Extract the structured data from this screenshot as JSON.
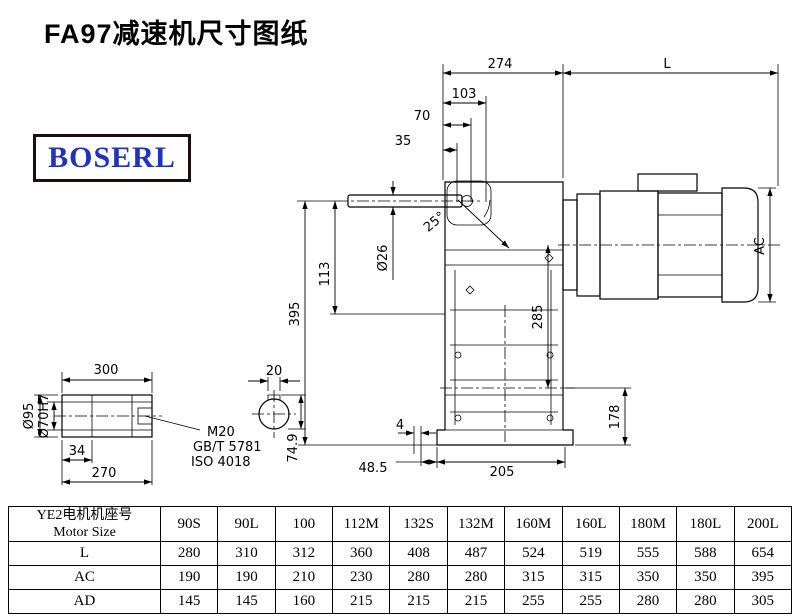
{
  "title": "FA97减速机尺寸图纸",
  "logo": {
    "text": "BOSERL"
  },
  "colors": {
    "logo_text": "#2233bb",
    "logo_border": "#1d0d0d",
    "line": "#000000",
    "background": "#ffffff"
  },
  "drawing": {
    "dims": {
      "overall_width": "274",
      "motor_length": "L",
      "d103": "103",
      "d70": "70",
      "d35": "35",
      "angle": "25°",
      "shaft_dia": "Ø26",
      "d113": "113",
      "d395": "395",
      "d285": "285",
      "motor_dia": "AC",
      "d178": "178",
      "d4": "4",
      "d48_5": "48.5",
      "d205": "205"
    },
    "shaft_detail": {
      "d300": "300",
      "d34": "34",
      "d270": "270",
      "outer_dia": "Ø95",
      "bore_dia": "Ø70H7",
      "thread": "M20",
      "thread_std1": "GB/T 5781",
      "thread_std2": "ISO 4018"
    },
    "key_detail": {
      "key_width": "20",
      "key_height": "74.9"
    }
  },
  "table": {
    "header_cn": "YE2电机机座号",
    "header_en": "Motor Size",
    "columns": [
      "90S",
      "90L",
      "100",
      "112M",
      "132S",
      "132M",
      "160M",
      "160L",
      "180M",
      "180L",
      "200L"
    ],
    "rows": [
      {
        "label": "L",
        "values": [
          "280",
          "310",
          "312",
          "360",
          "408",
          "487",
          "524",
          "519",
          "555",
          "588",
          "654"
        ]
      },
      {
        "label": "AC",
        "values": [
          "190",
          "190",
          "210",
          "230",
          "280",
          "280",
          "315",
          "315",
          "350",
          "350",
          "395"
        ]
      },
      {
        "label": "AD",
        "values": [
          "145",
          "145",
          "160",
          "215",
          "215",
          "215",
          "255",
          "255",
          "280",
          "280",
          "305"
        ]
      }
    ]
  }
}
